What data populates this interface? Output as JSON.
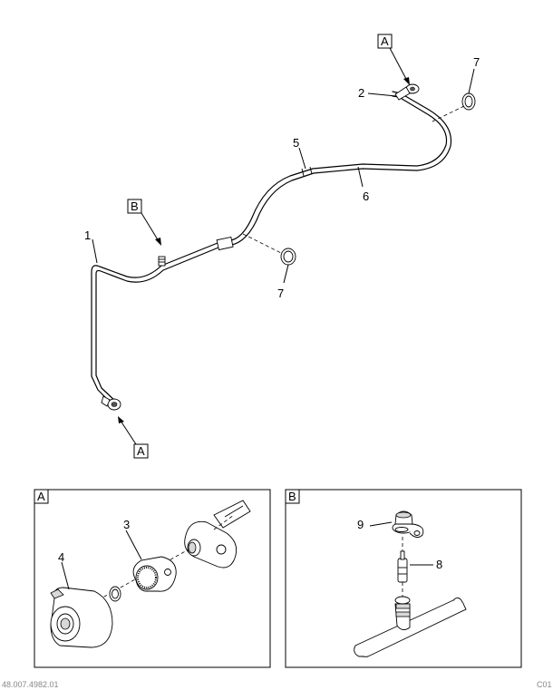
{
  "callouts": {
    "c1": "1",
    "c2": "2",
    "c3": "3",
    "c4": "4",
    "c5": "5",
    "c6": "6",
    "c7_top": "7",
    "c7_mid": "7",
    "c8": "8",
    "c9": "9"
  },
  "detail_refs": {
    "a_top": "A",
    "a_bottom": "A",
    "b_main": "B"
  },
  "detail_panels": {
    "a_label": "A",
    "b_label": "B"
  },
  "footer": {
    "left": "48.007.4982.01",
    "right": "C01"
  }
}
